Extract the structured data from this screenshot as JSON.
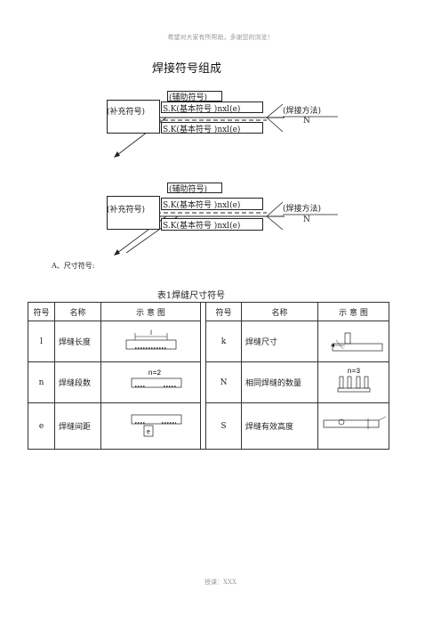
{
  "header_note": "希望对大家有所帮助，多谢您的浏览！",
  "title": "焊接符号组成",
  "diagrams": [
    {
      "aux_symbol": "(辅助符号)",
      "supp_symbol": "(补充符号)",
      "main_top": "S.K(基本符号 )nxl(e)",
      "main_bottom": "S.K(基本符号 )nxl(e)",
      "method": "(焊接方法)",
      "n": "N"
    },
    {
      "aux_symbol": "(辅助符号)",
      "supp_symbol": "(补充符号)",
      "main_top": "S.K(基本符号 )nxl(e)",
      "main_bottom": "S.K(基本符号 )nxl(e)",
      "method": "(焊接方法)",
      "n": "N"
    }
  ],
  "section_a": "A、尺寸符号:",
  "table": {
    "title": "表1焊缝尺寸符号",
    "headers": [
      "符号",
      "名称",
      "示 意 图",
      "符号",
      "名称",
      "示 意 图"
    ],
    "rows": [
      {
        "sym1": "l",
        "name1": "焊缝长度",
        "sym2": "k",
        "name2": "焊缝尺寸"
      },
      {
        "sym1": "n",
        "name1": "焊缝段数",
        "sym2": "N",
        "name2": "相同焊缝的数量"
      },
      {
        "sym1": "e",
        "name1": "焊缝间距",
        "sym2": "S",
        "name2": "焊缝有效高度"
      }
    ],
    "diagram_labels": {
      "length": "l",
      "segments": "n=2",
      "count": "n=3",
      "spacing": "e"
    }
  },
  "footer": "授课：XXX"
}
